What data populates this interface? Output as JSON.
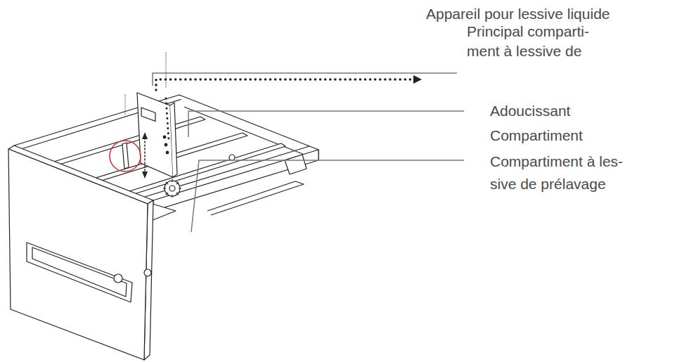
{
  "diagram": {
    "labels": [
      "Appareil pour lessive liquide",
      "Principal comparti- ment à lessive de",
      "Adoucissant Compartiment",
      "Compartiment à les- sive de prélavage"
    ]
  }
}
